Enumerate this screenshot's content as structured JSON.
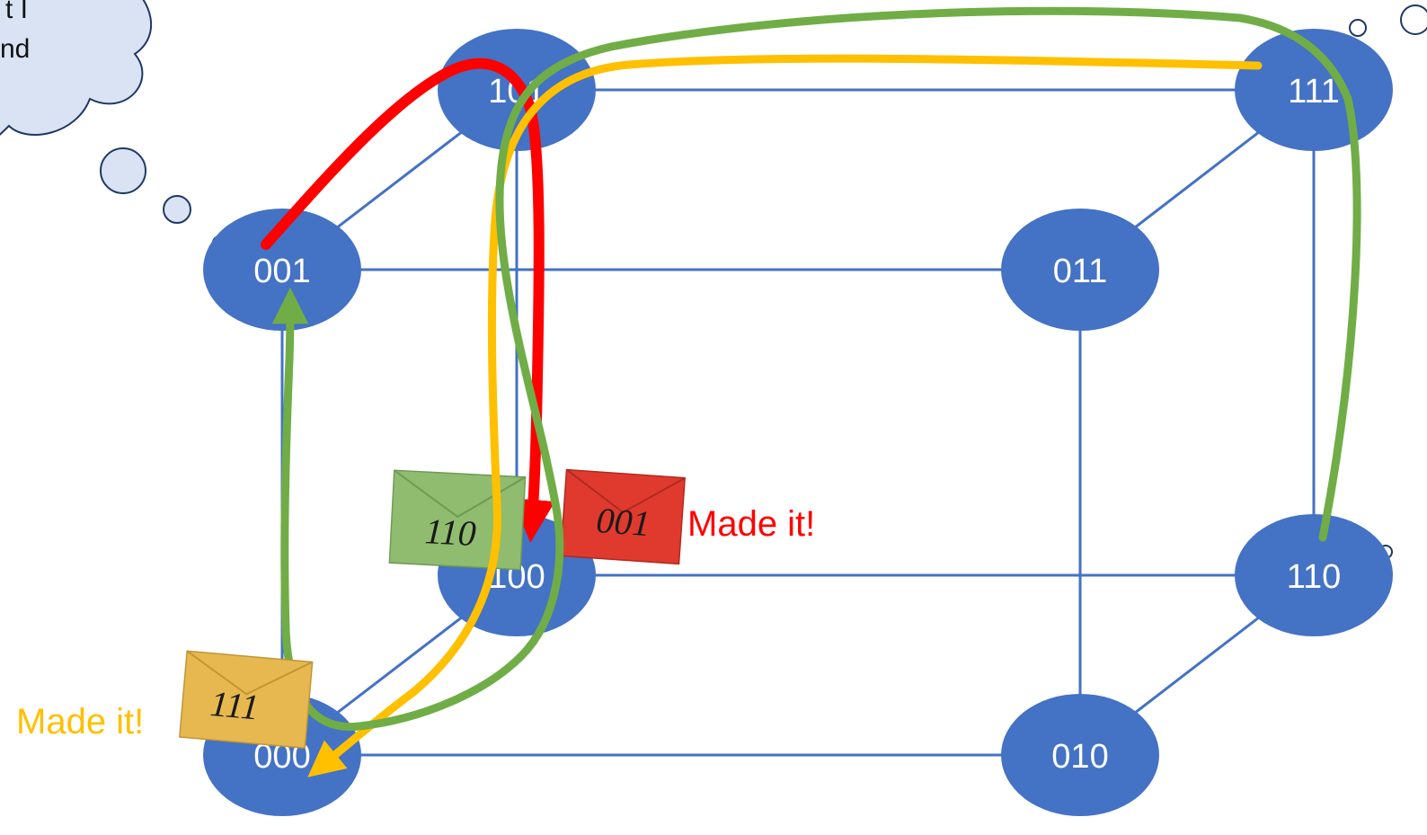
{
  "colors": {
    "node_fill": "#4472c4",
    "edge": "#4472c4",
    "node_text": "#ffffff",
    "red_path": "#ff0000",
    "yellow_path": "#ffc000",
    "green_path": "#70ad47",
    "made_it_red": "#ff0000",
    "made_it_yellow": "#ffc000",
    "thought_bubble": "#dae3f3"
  },
  "thought_bubble": {
    "line1": "t I",
    "line2": "nd"
  },
  "nodes": {
    "n000": "000",
    "n001": "001",
    "n010": "010",
    "n011": "011",
    "n100": "100",
    "n101": "101",
    "n110": "110",
    "n111": "111"
  },
  "envelopes": {
    "green": {
      "label": "110",
      "color": "#8fbc6f"
    },
    "red": {
      "label": "001",
      "color": "#e03a2e"
    },
    "yellow": {
      "label": "111",
      "color": "#e6b84f"
    }
  },
  "annotations": {
    "made_it_red": "Made it!",
    "made_it_yellow": "Made it!"
  }
}
